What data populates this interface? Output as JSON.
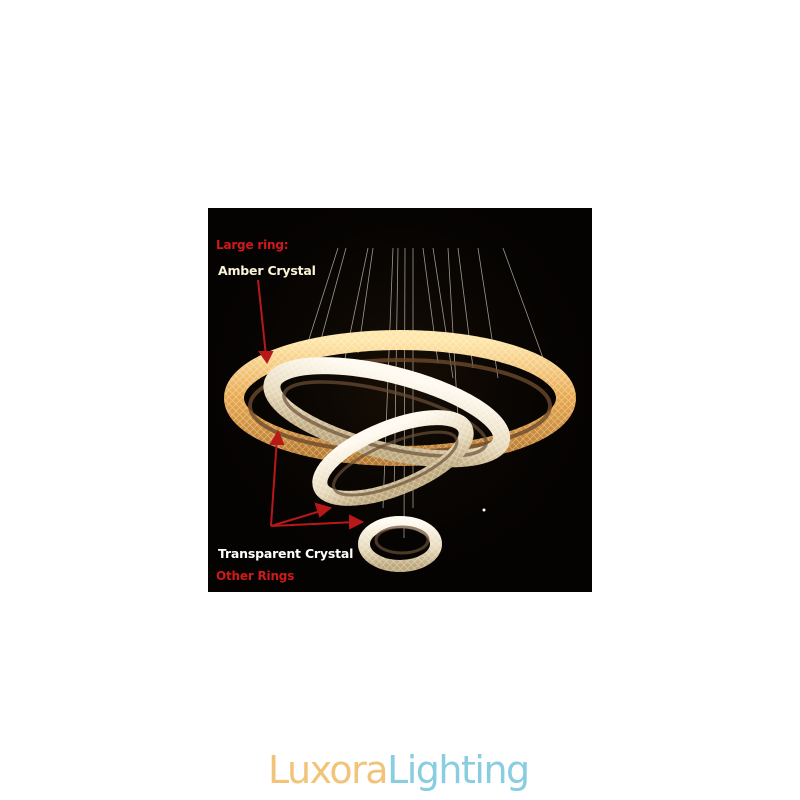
{
  "product_image": {
    "subject": "crystal ring LED chandelier",
    "background_color": "#050302",
    "annotations": {
      "large_ring_heading": "Large ring:",
      "large_ring_value": "Amber Crystal",
      "other_rings_value": "Transparent Crystal",
      "other_rings_heading": "Other Rings"
    },
    "colors": {
      "heading_red": "#d01a1a",
      "arrow_red": "#b81818",
      "amber_text": "#fbf3d6",
      "white_text": "#ffffff",
      "amber_crystal": "#f0b860",
      "clear_crystal": "#f3ead2"
    }
  },
  "brand": {
    "part1": "Luxora",
    "part2": "Lighting",
    "color1": "#f2c47a",
    "color2": "#88cde0"
  }
}
